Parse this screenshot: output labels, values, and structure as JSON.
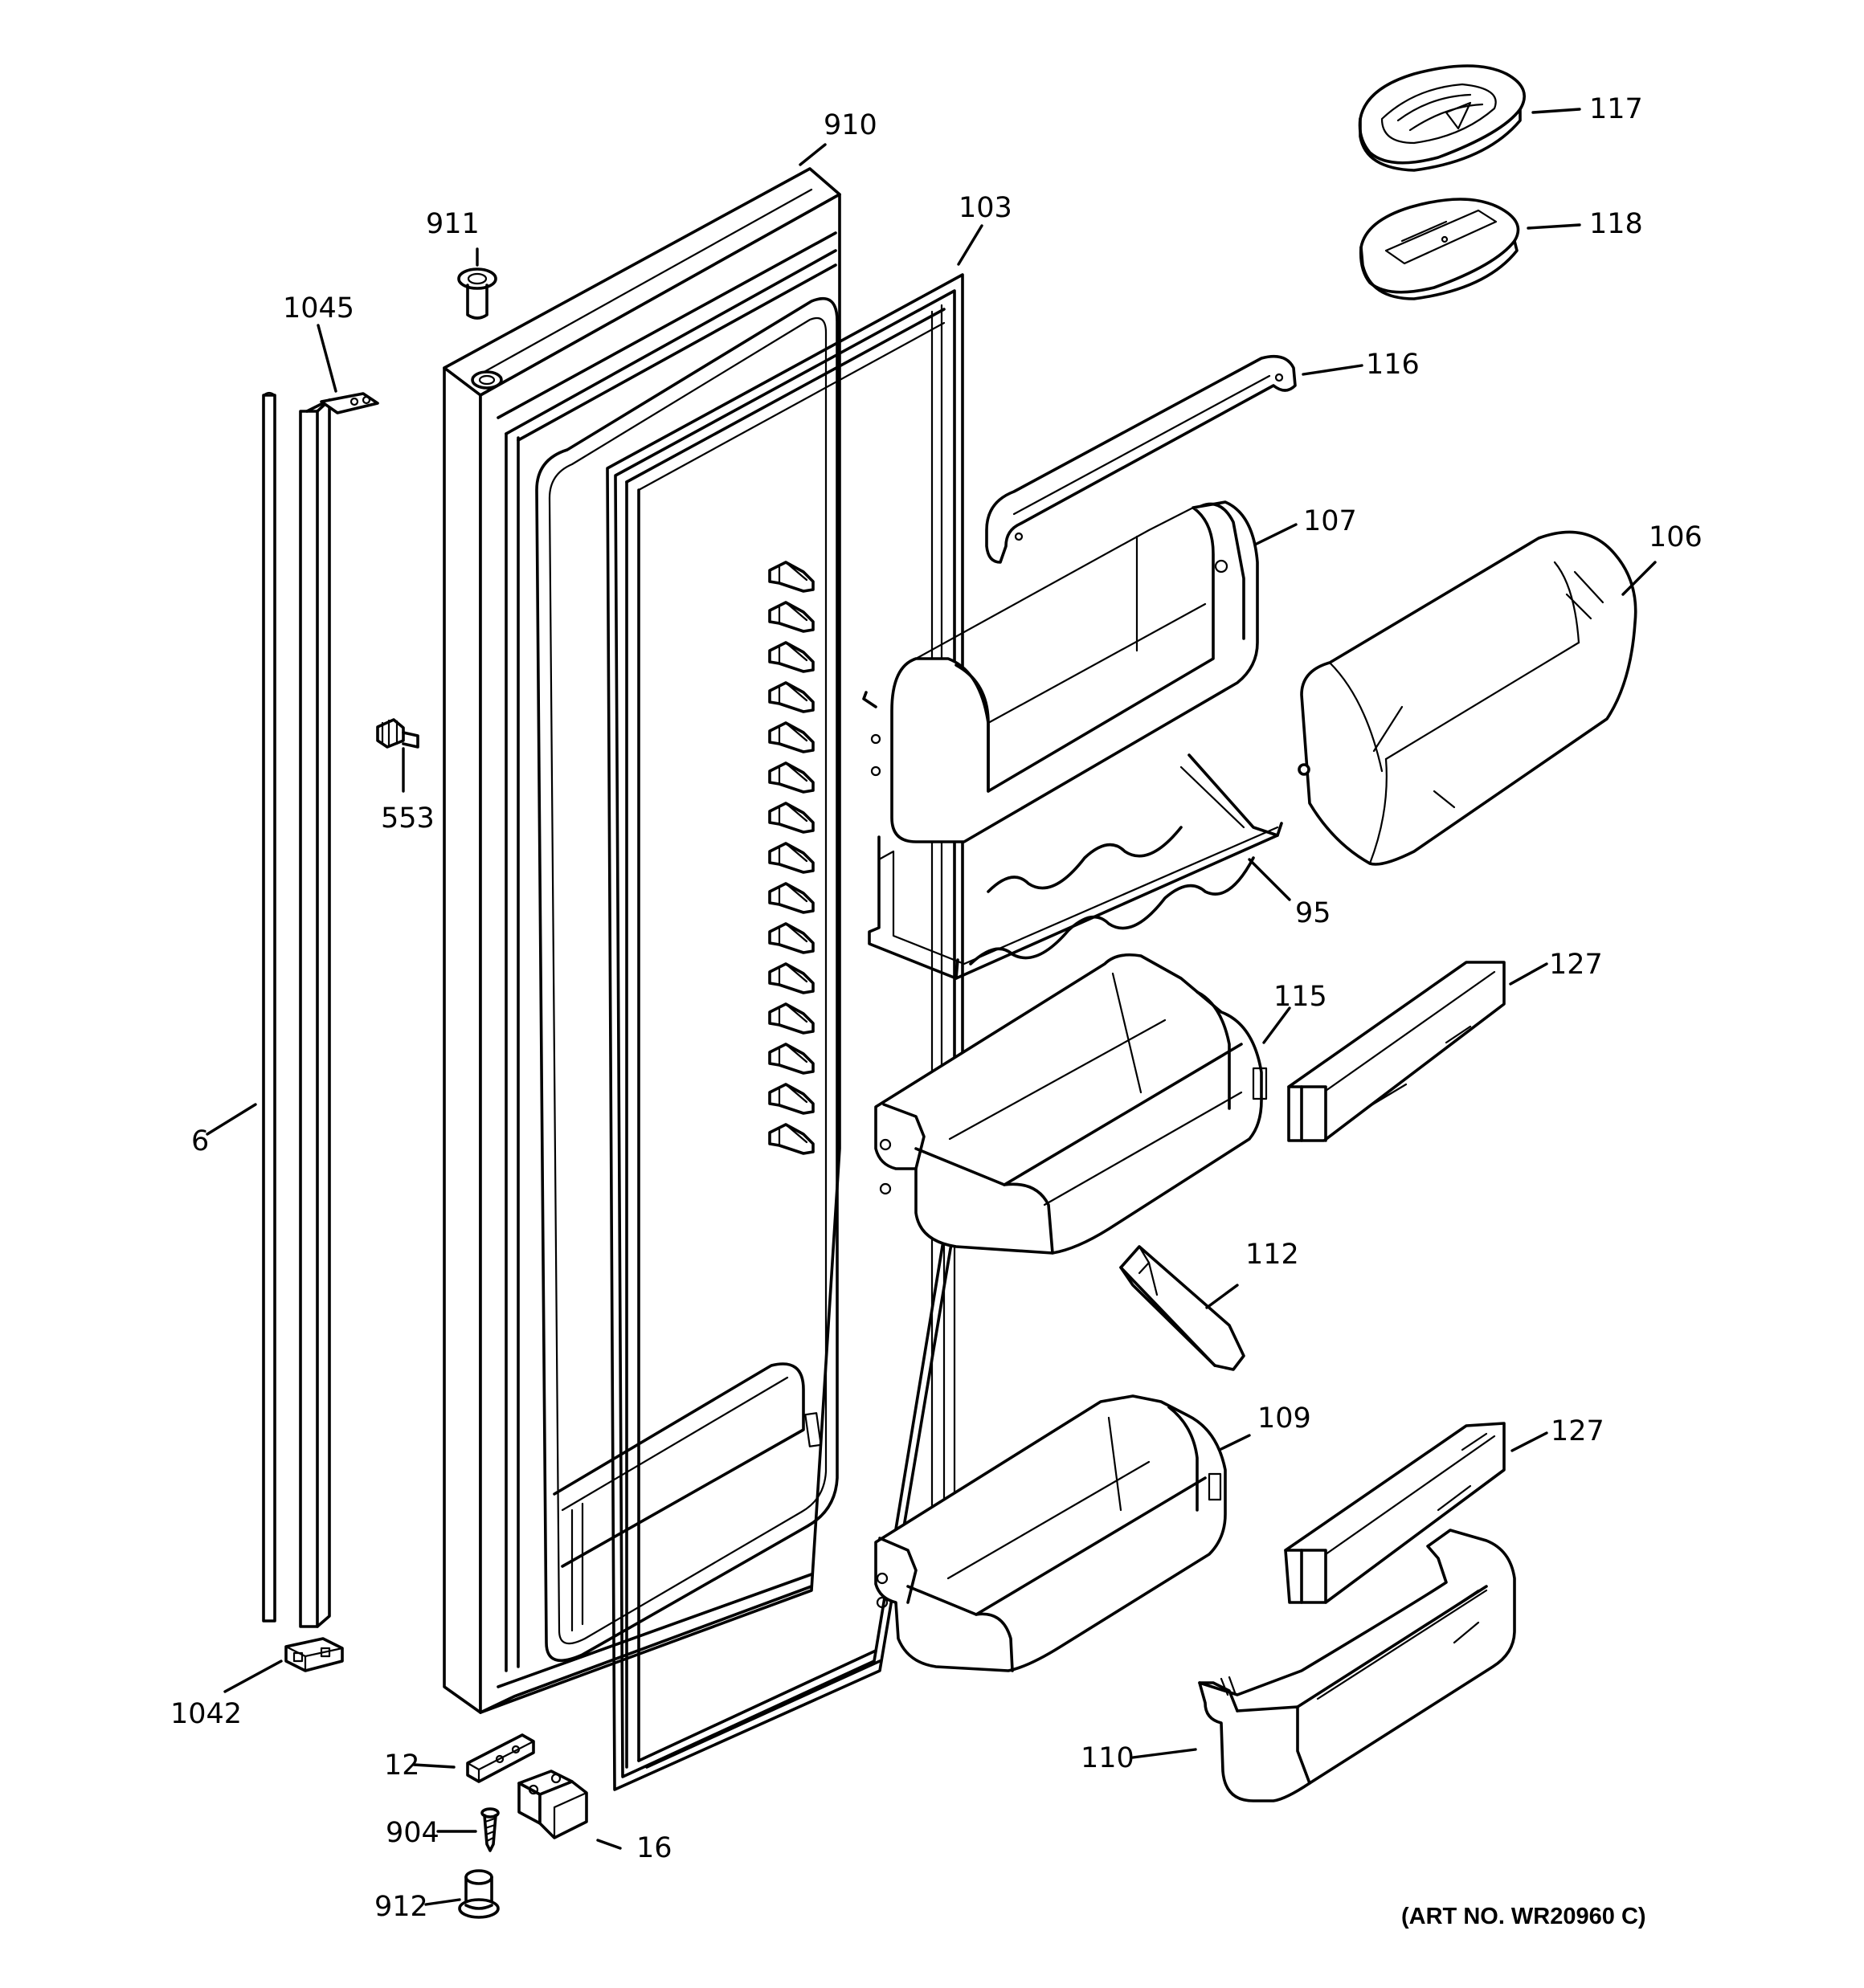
{
  "art_number": "(ART NO. WR20960 C)",
  "callouts": [
    {
      "key": "c910",
      "label": "910"
    },
    {
      "key": "c911",
      "label": "911"
    },
    {
      "key": "c103",
      "label": "103"
    },
    {
      "key": "c1045",
      "label": "1045"
    },
    {
      "key": "c553",
      "label": "553"
    },
    {
      "key": "c6",
      "label": "6"
    },
    {
      "key": "c1042",
      "label": "1042"
    },
    {
      "key": "c12",
      "label": "12"
    },
    {
      "key": "c904",
      "label": "904"
    },
    {
      "key": "c912",
      "label": "912"
    },
    {
      "key": "c16",
      "label": "16"
    },
    {
      "key": "c117",
      "label": "117"
    },
    {
      "key": "c118",
      "label": "118"
    },
    {
      "key": "c116",
      "label": "116"
    },
    {
      "key": "c107",
      "label": "107"
    },
    {
      "key": "c106",
      "label": "106"
    },
    {
      "key": "c95",
      "label": "95"
    },
    {
      "key": "c127a",
      "label": "127"
    },
    {
      "key": "c115",
      "label": "115"
    },
    {
      "key": "c112",
      "label": "112"
    },
    {
      "key": "c109",
      "label": "109"
    },
    {
      "key": "c127b",
      "label": "127"
    },
    {
      "key": "c110",
      "label": "110"
    }
  ]
}
